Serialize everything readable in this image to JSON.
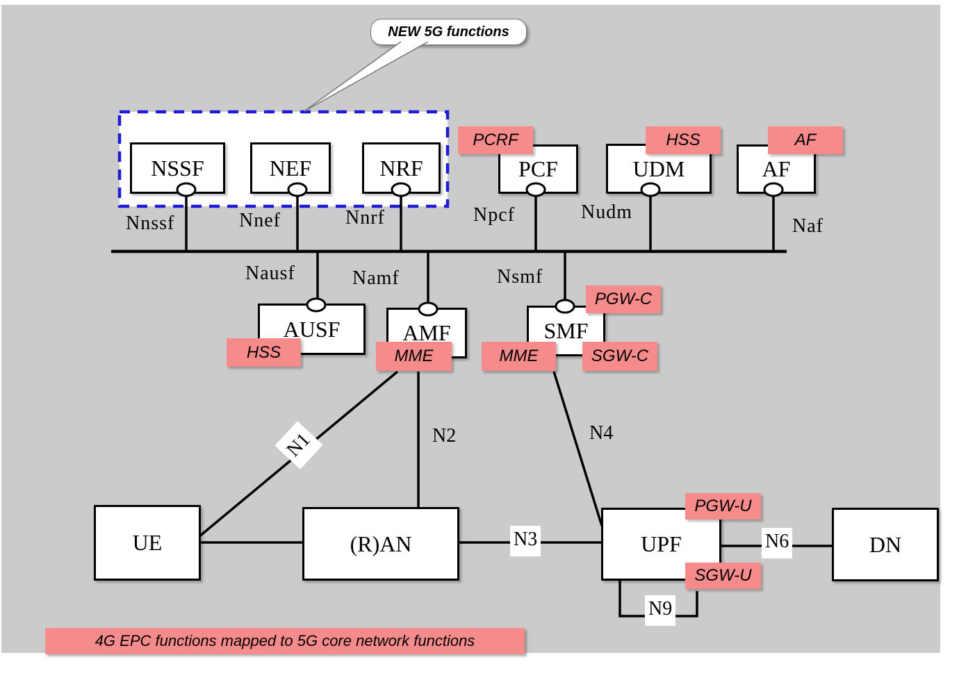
{
  "callout": {
    "label": "NEW 5G functions"
  },
  "legend_banner": {
    "label": "4G EPC functions mapped to 5G core network functions"
  },
  "colors": {
    "canvas_background": "#cbcbcb",
    "box_background": "#ffffff",
    "epc_label_background": "#f68b8b",
    "new_functions_border": "#1c1cd8",
    "line_color": "#000000"
  },
  "nodes": {
    "nssf": {
      "label": "NSSF"
    },
    "nef": {
      "label": "NEF"
    },
    "nrf": {
      "label": "NRF"
    },
    "pcf": {
      "label": "PCF"
    },
    "udm": {
      "label": "UDM"
    },
    "af": {
      "label": "AF"
    },
    "ausf": {
      "label": "AUSF"
    },
    "amf": {
      "label": "AMF"
    },
    "smf": {
      "label": "SMF"
    },
    "ue": {
      "label": "UE"
    },
    "ran": {
      "label": "(R)AN"
    },
    "upf": {
      "label": "UPF"
    },
    "dn": {
      "label": "DN"
    }
  },
  "epc_mappings": {
    "pcrf": {
      "label": "PCRF",
      "maps_to": "PCF"
    },
    "hss_udm": {
      "label": "HSS",
      "maps_to": "UDM"
    },
    "af": {
      "label": "AF",
      "maps_to": "AF"
    },
    "hss_ausf": {
      "label": "HSS",
      "maps_to": "AUSF"
    },
    "mme_amf": {
      "label": "MME",
      "maps_to": "AMF"
    },
    "pgw_c": {
      "label": "PGW-C",
      "maps_to": "SMF"
    },
    "mme_smf": {
      "label": "MME",
      "maps_to": "SMF"
    },
    "sgw_c": {
      "label": "SGW-C",
      "maps_to": "SMF"
    },
    "pgw_u": {
      "label": "PGW-U",
      "maps_to": "UPF"
    },
    "sgw_u": {
      "label": "SGW-U",
      "maps_to": "UPF"
    }
  },
  "service_interfaces": {
    "nnssf": "Nnssf",
    "nnef": "Nnef",
    "nnrf": "Nnrf",
    "npcf": "Npcf",
    "nudm": "Nudm",
    "naf": "Naf",
    "nausf": "Nausf",
    "namf": "Namf",
    "nsmf": "Nsmf"
  },
  "reference_points": {
    "n1": "N1",
    "n2": "N2",
    "n3": "N3",
    "n4": "N4",
    "n6": "N6",
    "n9": "N9"
  }
}
